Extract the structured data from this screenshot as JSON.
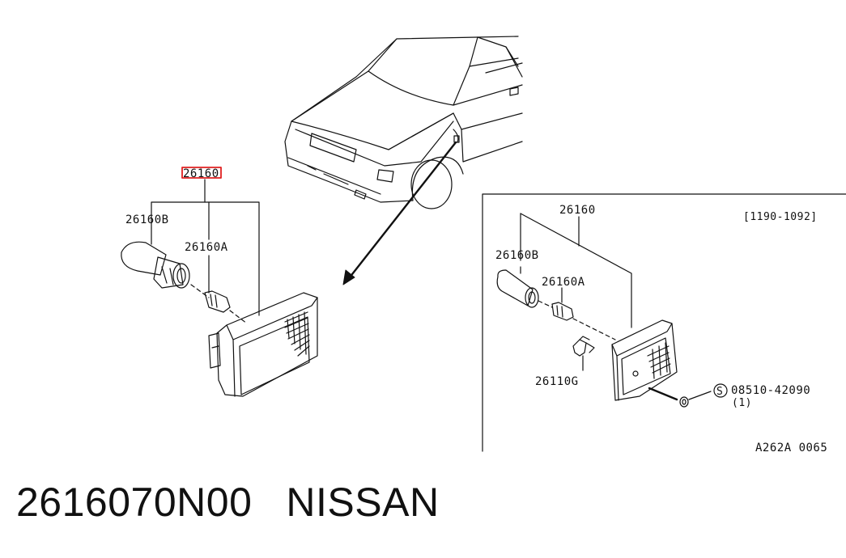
{
  "diagram": {
    "left": {
      "part_main": "26160",
      "part_bulb": "26160B",
      "part_socket": "26160A"
    },
    "right": {
      "part_main": "26160",
      "part_bulb": "26160B",
      "part_socket": "26160A",
      "part_clip": "26110G",
      "part_screw": "08510-42090",
      "screw_symbol": "S",
      "screw_qty": "(1)",
      "date_range": "[1190-1092]",
      "ref_code": "A262A 0065"
    },
    "highlight_color": "#e02020"
  },
  "caption": {
    "part_number": "2616070N00",
    "brand": "NISSAN"
  }
}
